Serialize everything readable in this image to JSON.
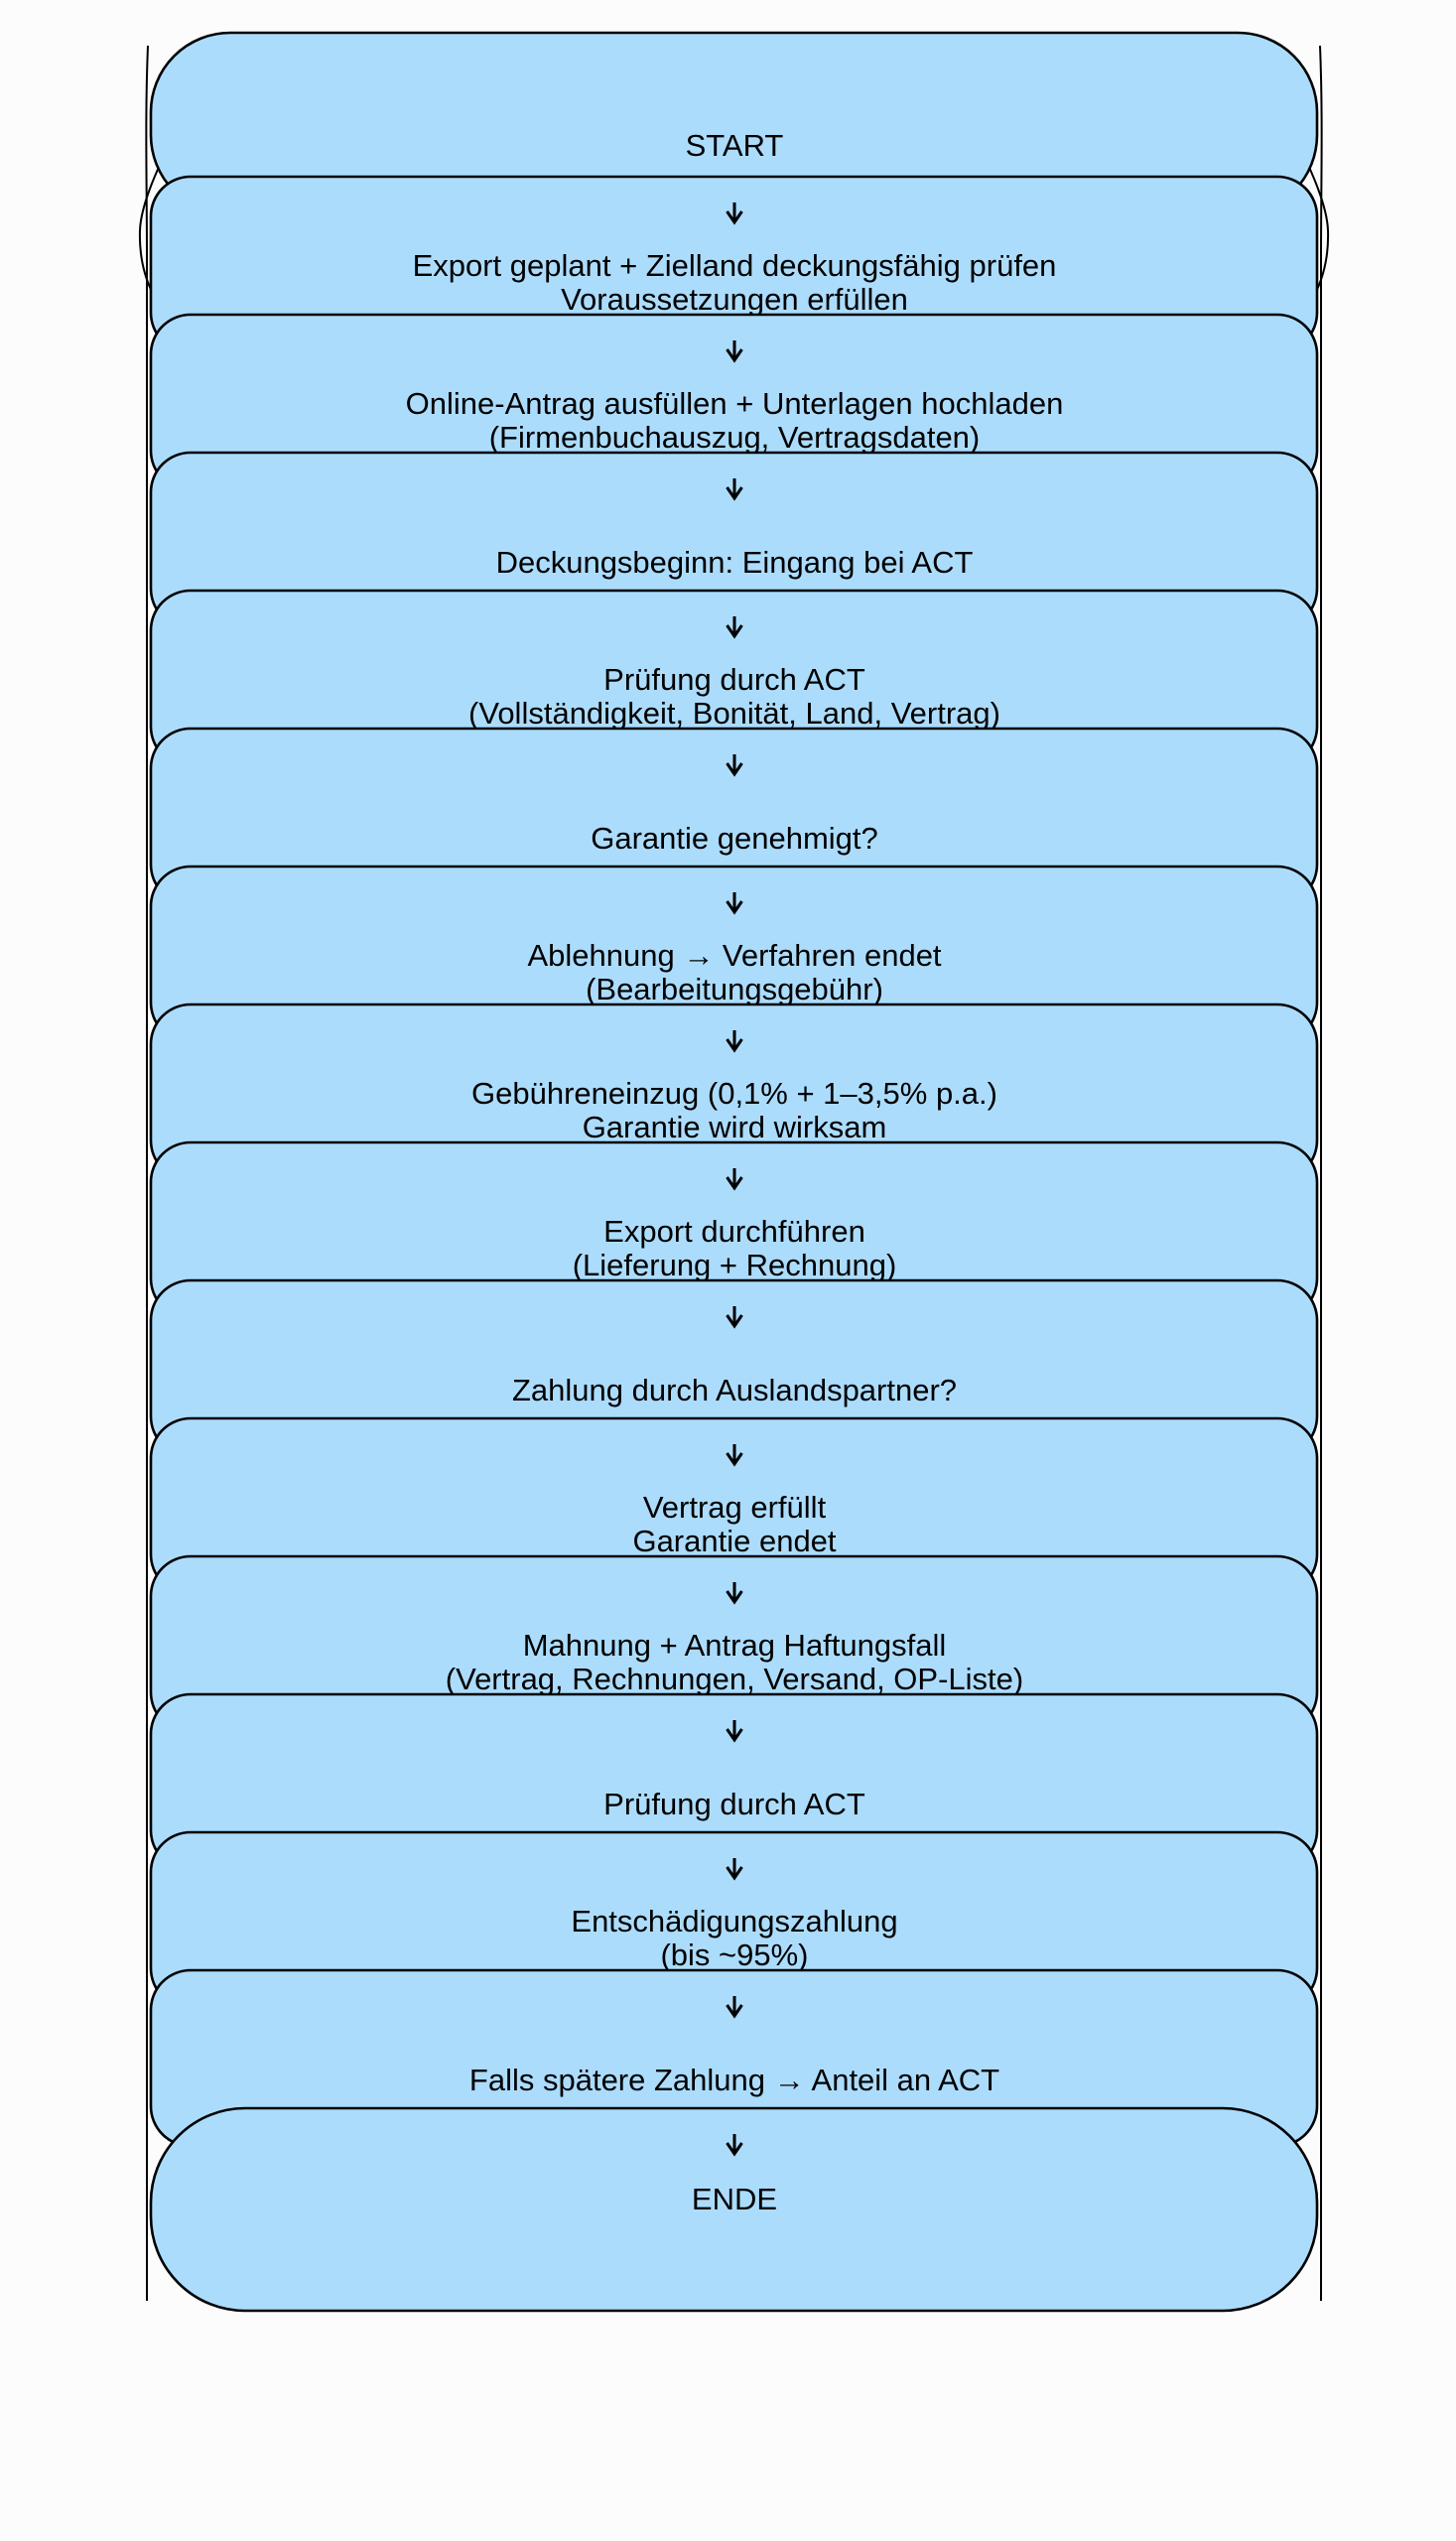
{
  "flowchart": {
    "direction": "top-to-bottom",
    "colors": {
      "background": "#fcfcfd",
      "node_fill": "#acdcfc",
      "node_border": "#000000",
      "text": "#000000"
    },
    "nodes": [
      {
        "id": "start",
        "shape": "pill",
        "lines": [
          "START"
        ]
      },
      {
        "id": "voraussetzungen",
        "shape": "rounded",
        "lines": [
          "Export geplant + Zielland deckungsfähig prüfen",
          "Voraussetzungen erfüllen"
        ]
      },
      {
        "id": "online-antrag",
        "shape": "rounded",
        "lines": [
          "Online-Antrag ausfüllen + Unterlagen hochladen",
          "(Firmenbuchauszug, Vertragsdaten)"
        ]
      },
      {
        "id": "deckungsbeginn",
        "shape": "rounded",
        "lines": [
          "Deckungsbeginn: Eingang bei ACT"
        ]
      },
      {
        "id": "pruefung-antrag",
        "shape": "rounded",
        "lines": [
          "Prüfung durch ACT",
          "(Vollständigkeit, Bonität, Land, Vertrag)"
        ]
      },
      {
        "id": "genehmigt",
        "shape": "rounded",
        "lines": [
          "Garantie genehmigt?"
        ]
      },
      {
        "id": "ablehnung",
        "shape": "rounded",
        "lines": [
          "Ablehnung → Verfahren endet",
          "(Bearbeitungsgebühr)"
        ]
      },
      {
        "id": "gebuehreneinzug",
        "shape": "rounded",
        "lines": [
          "Gebühreneinzug (0,1% + 1–3,5% p.a.)",
          "Garantie wird wirksam"
        ]
      },
      {
        "id": "export",
        "shape": "rounded",
        "lines": [
          "Export durchführen",
          "(Lieferung + Rechnung)"
        ]
      },
      {
        "id": "zahlung",
        "shape": "rounded",
        "lines": [
          "Zahlung durch Auslandspartner?"
        ]
      },
      {
        "id": "vertrag-erfuellt",
        "shape": "rounded",
        "lines": [
          "Vertrag erfüllt",
          "Garantie endet"
        ]
      },
      {
        "id": "mahnung",
        "shape": "rounded",
        "lines": [
          "Mahnung + Antrag Haftungsfall",
          "(Vertrag, Rechnungen, Versand, OP-Liste)"
        ]
      },
      {
        "id": "pruefung-haftung",
        "shape": "rounded",
        "lines": [
          "Prüfung durch ACT"
        ]
      },
      {
        "id": "entschaedigung",
        "shape": "rounded",
        "lines": [
          "Entschädigungszahlung",
          "(bis ~95%)"
        ]
      },
      {
        "id": "spaetere-zahlung",
        "shape": "rounded",
        "lines": [
          "Falls spätere Zahlung → Anteil an ACT"
        ]
      },
      {
        "id": "ende",
        "shape": "pill",
        "lines": [
          "ENDE"
        ]
      }
    ]
  }
}
